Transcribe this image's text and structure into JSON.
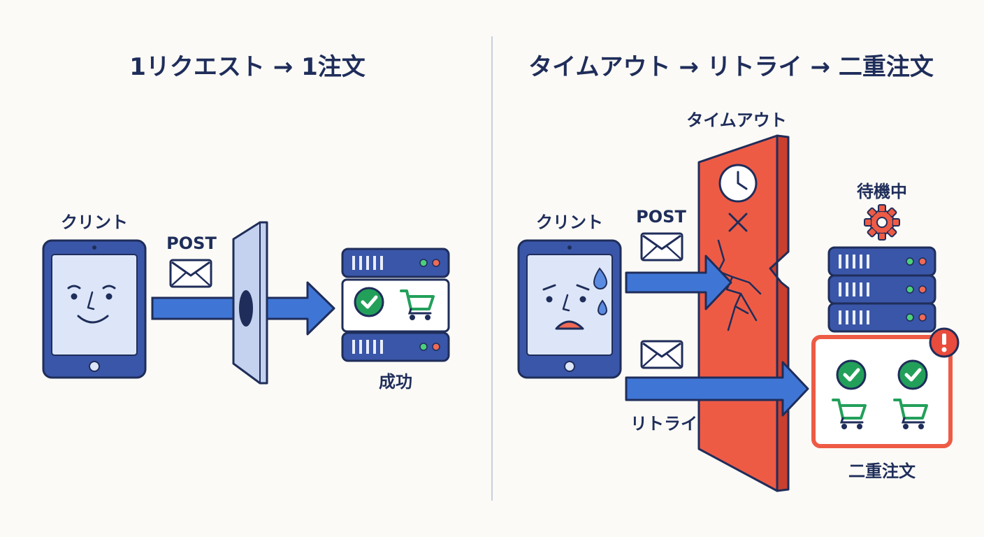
{
  "left": {
    "title": "1リクエスト → 1注文",
    "client_label": "クリント",
    "post_label": "POST",
    "result_label": "成功"
  },
  "right": {
    "title": "タイムアウト → リトライ → 二重注文",
    "timeout_label": "タイムアウト",
    "client_label": "クリント",
    "post_label": "POST",
    "waiting_label": "待機中",
    "retry_label": "リトライ",
    "double_order_label": "二重注文"
  },
  "colors": {
    "navy": "#1f2d5a",
    "device_blue": "#3a56a8",
    "screen_fill": "#dde6f8",
    "arrow_blue": "#3f76d6",
    "wall_red": "#ee5b45",
    "success_green": "#22a05a",
    "alert_red": "#e94b3c"
  }
}
